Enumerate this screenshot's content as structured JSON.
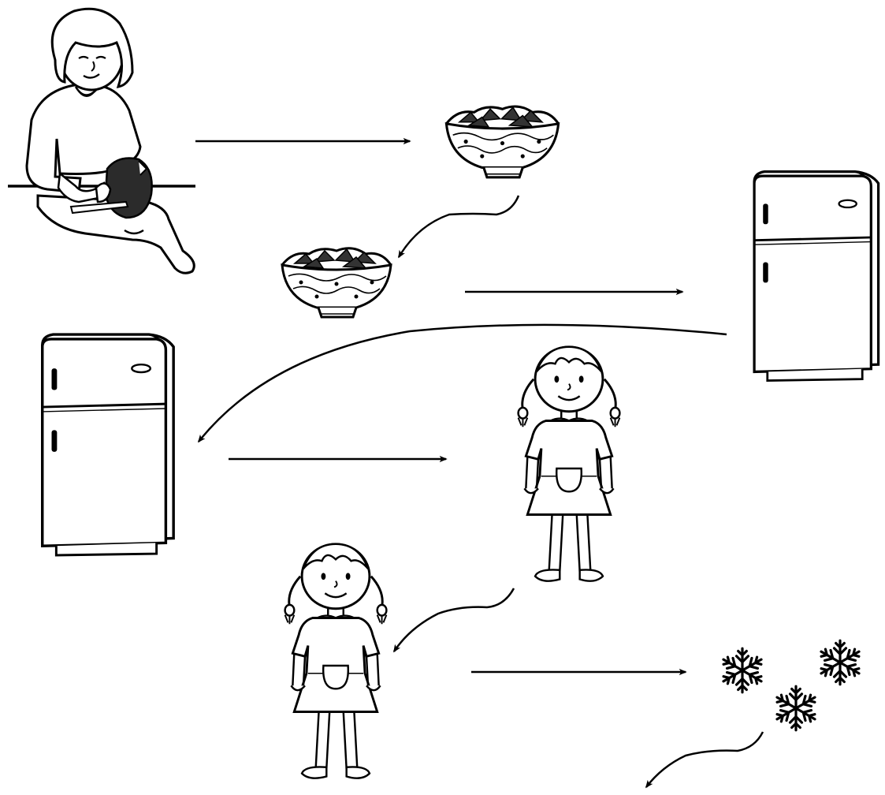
{
  "scene": {
    "stroke_color": "#000000",
    "fill_color": "#ffffff",
    "dark_fill_color": "#2b2b2b",
    "elements": [
      {
        "name": "woman-cutting-food",
        "icon": "woman-cutting-vegetables"
      },
      {
        "name": "salad-bowl-top",
        "icon": "salad-bowl"
      },
      {
        "name": "salad-bowl-middle",
        "icon": "salad-bowl"
      },
      {
        "name": "refrigerator-right",
        "icon": "refrigerator"
      },
      {
        "name": "refrigerator-left",
        "icon": "refrigerator"
      },
      {
        "name": "girl-top",
        "icon": "girl-with-pigtails"
      },
      {
        "name": "girl-bottom",
        "icon": "girl-with-pigtails"
      },
      {
        "name": "snowflakes",
        "icon": "snowflake-cluster"
      }
    ],
    "arrows": [
      {
        "name": "arrow-woman-to-bowl",
        "style": "straight"
      },
      {
        "name": "arrow-bowl-to-bowl",
        "style": "wavy"
      },
      {
        "name": "arrow-bowl-to-refrigerator",
        "style": "straight"
      },
      {
        "name": "arrow-refrigerator-to-refrigerator",
        "style": "curved"
      },
      {
        "name": "arrow-refrigerator-to-girl",
        "style": "straight"
      },
      {
        "name": "arrow-girl-to-girl",
        "style": "wavy"
      },
      {
        "name": "arrow-girl-to-snowflakes",
        "style": "straight"
      },
      {
        "name": "arrow-snowflakes-out",
        "style": "wavy"
      }
    ]
  }
}
